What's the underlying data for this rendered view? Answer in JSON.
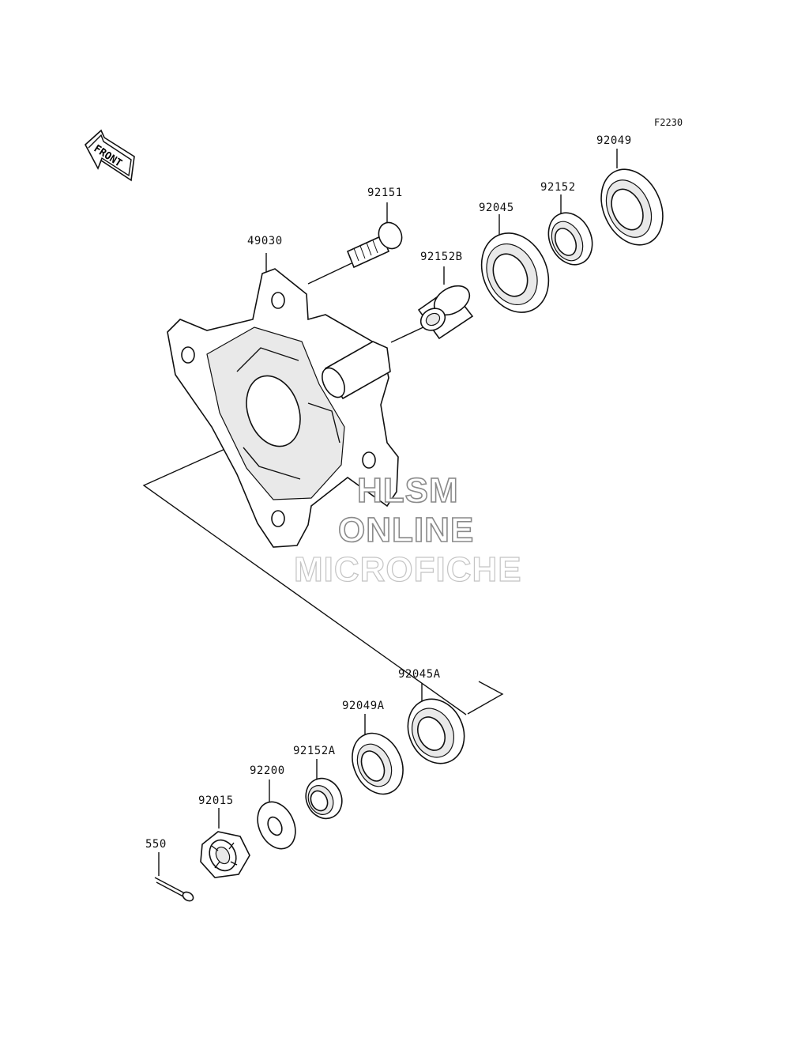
{
  "figure": {
    "code": "F2230",
    "front_arrow_text": "FRONT"
  },
  "parts": {
    "hub": "49030",
    "stud": "92151",
    "collar_b": "92152B",
    "bearing": "92045",
    "collar": "92152",
    "oil_seal": "92049",
    "bearing_a": "92045A",
    "oil_seal_a": "92049A",
    "collar_a": "92152A",
    "washer": "92200",
    "castle_nut": "92015",
    "cotter_pin": "550"
  },
  "watermark": {
    "line1": "HLSM",
    "line2": "ONLINE",
    "line3": "MICROFICHE"
  },
  "icons": [
    "front-arrow-icon"
  ]
}
